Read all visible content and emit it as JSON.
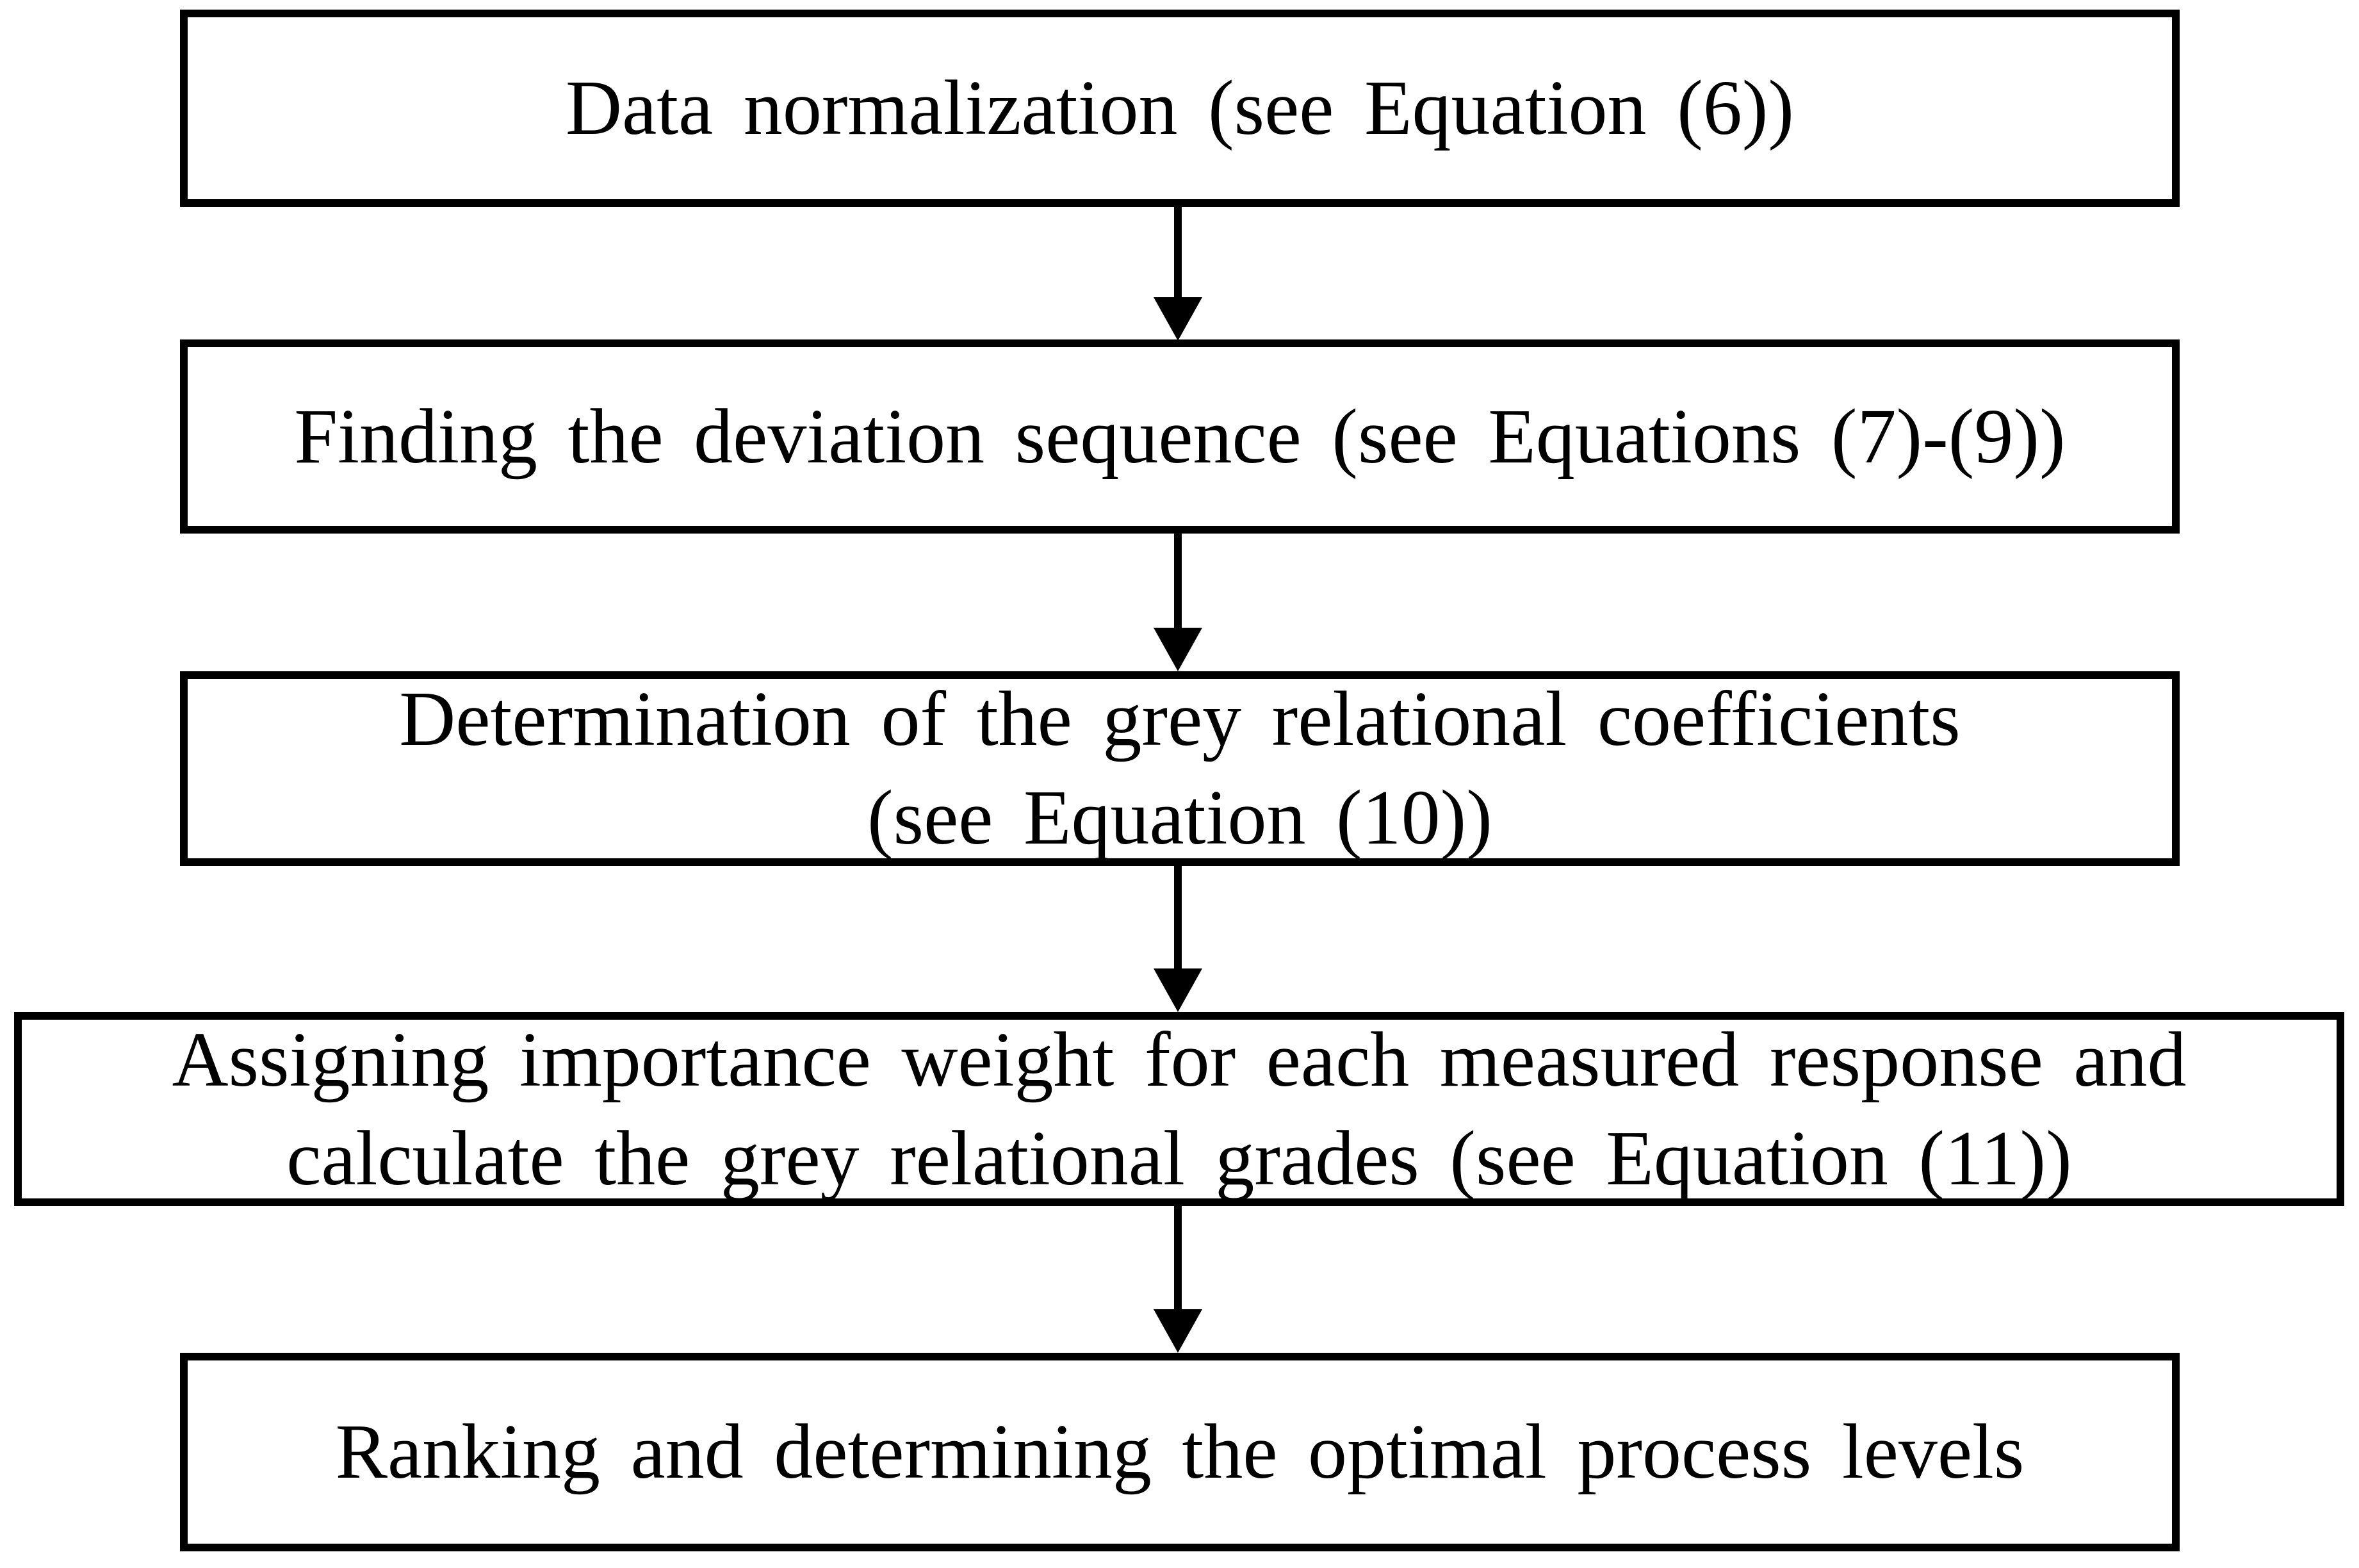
{
  "figure": {
    "type": "flowchart",
    "direction": "top-down",
    "background_color": "#ffffff",
    "line_color": "#000000",
    "text_color": "#000000",
    "connector_style": "filled-triangle-down-arrow",
    "steps": [
      {
        "id": "data-normalization",
        "lines": [
          "Data normalization  (see Equation (6))"
        ]
      },
      {
        "id": "deviation-sequence",
        "lines": [
          "Finding the deviation sequence (see Equations (7)-(9))"
        ]
      },
      {
        "id": "grey-relational-coefficients",
        "lines": [
          "Determination of the grey relational coefficients",
          "(see Equation (10))"
        ]
      },
      {
        "id": "grey-relational-grades",
        "lines": [
          "Assigning importance weight for each measured response and",
          "calculate the grey relational grades (see Equation (11))"
        ]
      },
      {
        "id": "ranking-optimal-levels",
        "lines": [
          "Ranking and determining the optimal process levels"
        ]
      }
    ]
  }
}
